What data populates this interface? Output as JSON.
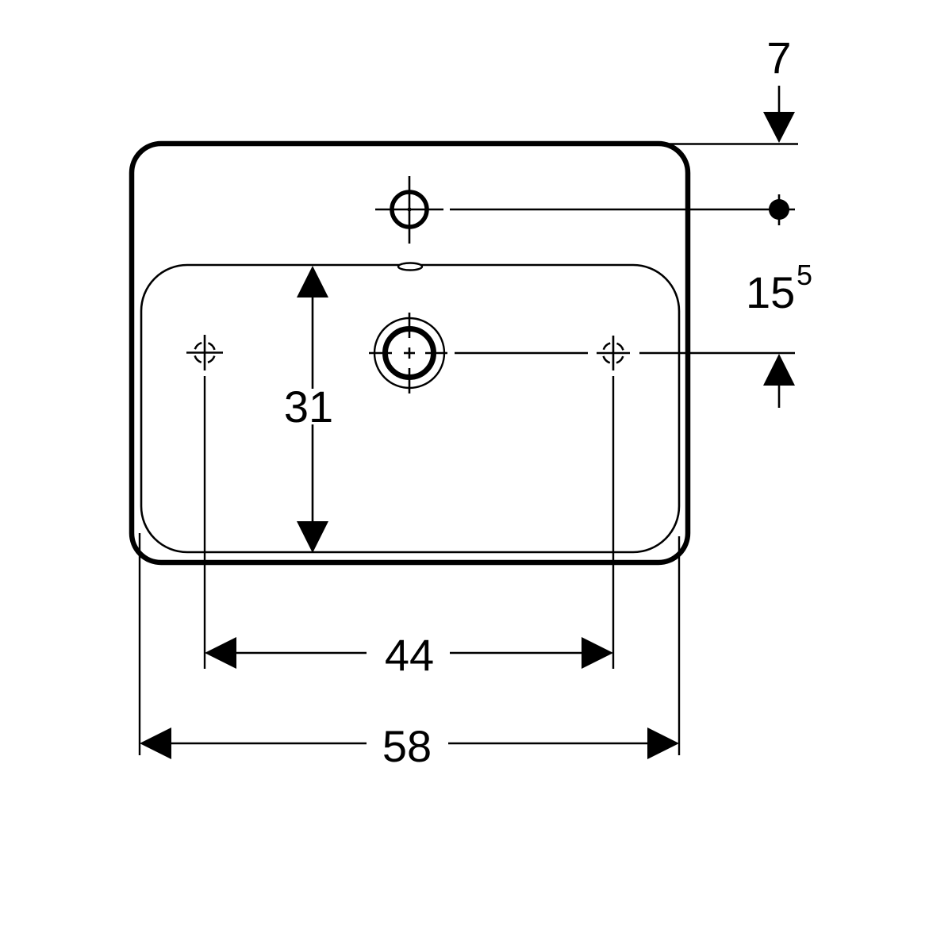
{
  "drawing": {
    "description": "Washbasin top-view technical dimension drawing",
    "colors": {
      "line": "#000000",
      "background": "#ffffff"
    },
    "dimensions": {
      "top_edge_to_tap_center": {
        "label": "7",
        "value": 7
      },
      "tap_center_to_side_holes": {
        "label_main": "15",
        "label_sup": "5",
        "value": 15.5
      },
      "bowl_depth": {
        "label": "31",
        "value": 31
      },
      "side_hole_spacing": {
        "label": "44",
        "value": 44
      },
      "overall_width": {
        "label": "58",
        "value": 58
      }
    }
  }
}
